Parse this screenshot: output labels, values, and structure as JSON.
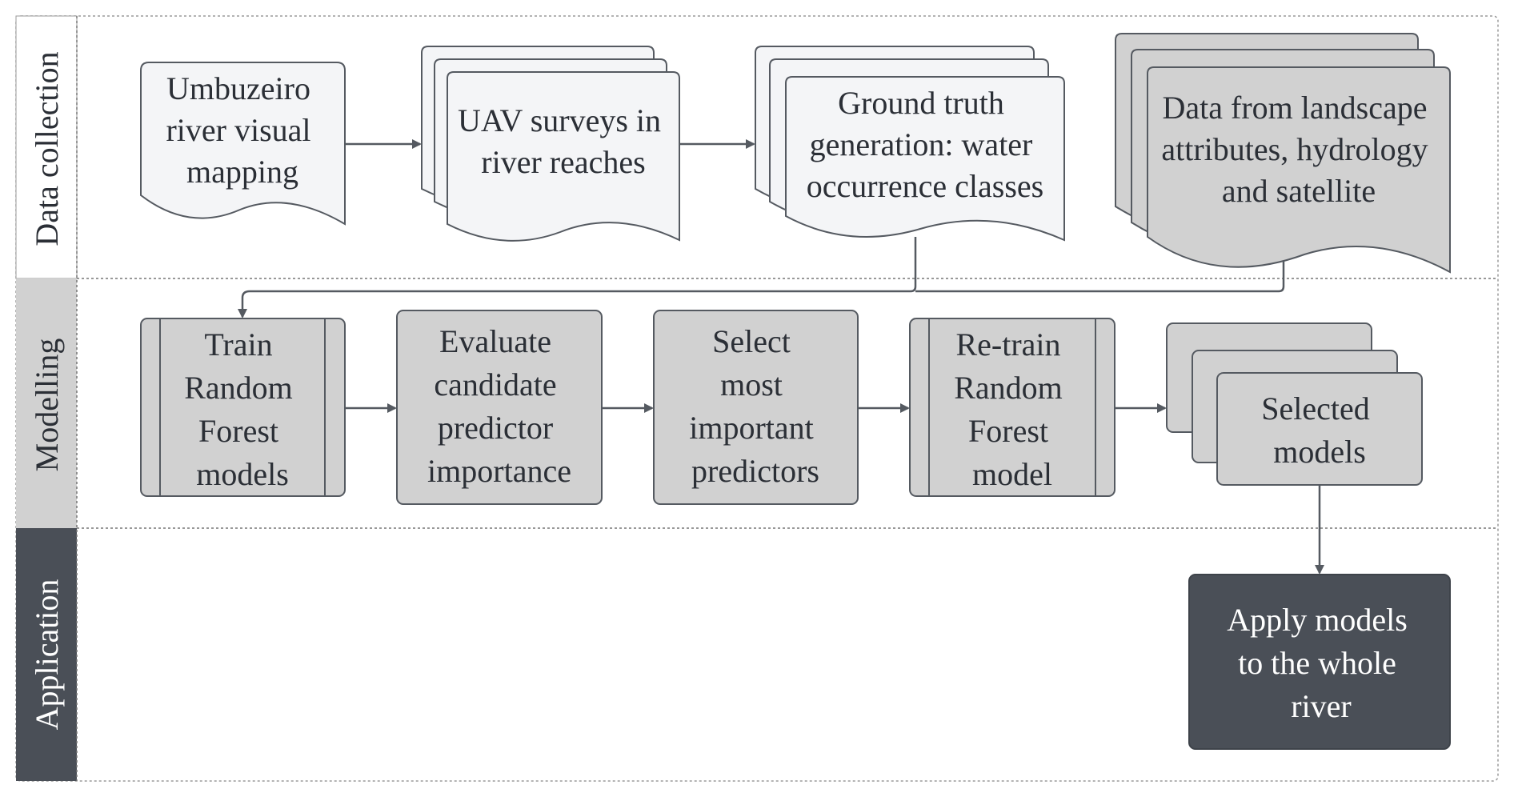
{
  "lanes": {
    "data_collection": "Data collection",
    "modelling": "Modelling",
    "application": "Application"
  },
  "nodes": {
    "umbuzeiro": [
      "Umbuzeiro",
      "river visual",
      "mapping"
    ],
    "uav": [
      "UAV surveys in",
      "river reaches"
    ],
    "ground_truth": [
      "Ground truth",
      "generation: water",
      "occurrence classes"
    ],
    "landscape": [
      "Data from landscape",
      "attributes, hydrology",
      "and satellite"
    ],
    "train": [
      "Train",
      "Random",
      "Forest",
      "models"
    ],
    "evaluate": [
      "Evaluate",
      "candidate",
      "predictor",
      "importance"
    ],
    "select": [
      "Select",
      "most",
      "important",
      "predictors"
    ],
    "retrain": [
      "Re-train",
      "Random",
      "Forest",
      "model"
    ],
    "selected": [
      "Selected",
      "models"
    ],
    "apply": [
      "Apply models",
      "to the whole",
      "river"
    ]
  },
  "colors": {
    "lane_light": "#d1d1d1",
    "lane_dark": "#4a4f57",
    "node_light": "#f4f5f7",
    "node_gray": "#d1d1d1",
    "node_dark": "#4a4f57",
    "line": "#555a61"
  }
}
